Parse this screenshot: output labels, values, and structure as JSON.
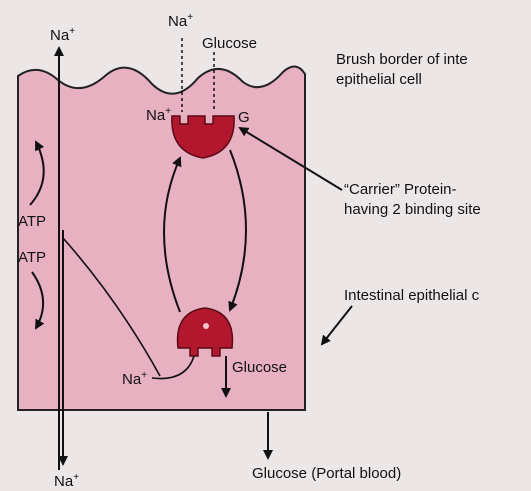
{
  "labels": {
    "na_top_left": "Na",
    "na_top_center": "Na",
    "glucose_top": "Glucose",
    "brush_border_1": "Brush border of inte",
    "brush_border_2": "epithelial cell",
    "na_binding": "Na",
    "g_binding": "G",
    "carrier_1": "“Carrier” Protein-",
    "carrier_2": "having 2 binding site",
    "atp_1": "ATP",
    "atp_2": "ATP",
    "intestinal": "Intestinal epithelial c",
    "na_bottom_inside": "Na",
    "glucose_bottom": "Glucose",
    "na_bottom_out": "Na",
    "glucose_portal": "Glucose (Portal blood)",
    "plus": "+"
  },
  "colors": {
    "background": "#ece7e6",
    "cell_fill": "#e7b1c1",
    "cell_stroke": "#222222",
    "carrier_fill": "#b3172e",
    "carrier_stroke": "#5a0a16",
    "ink": "#111111"
  }
}
